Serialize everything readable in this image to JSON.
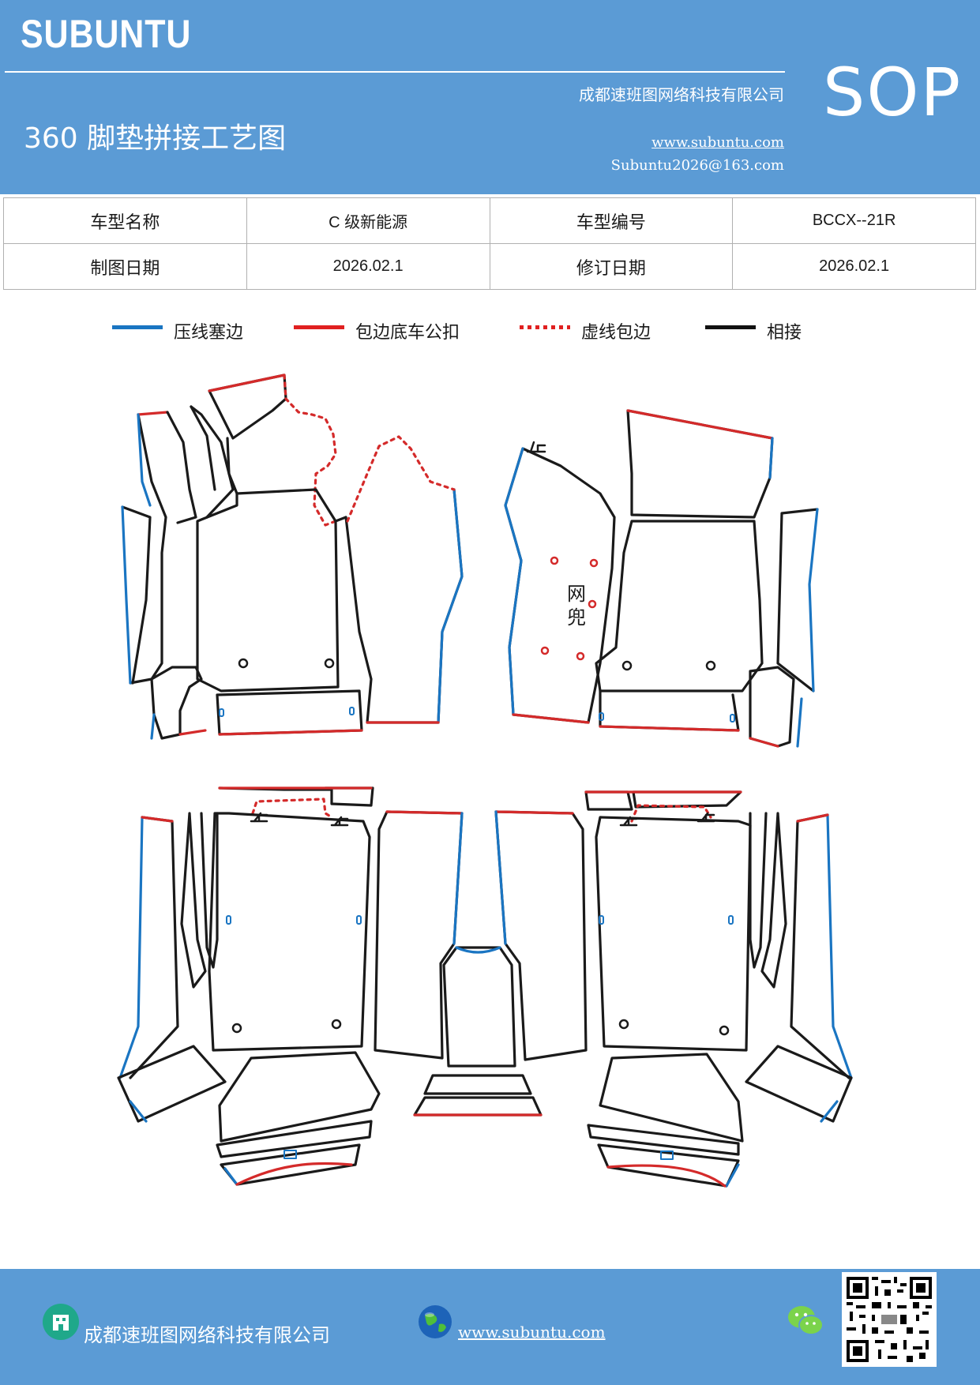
{
  "header": {
    "brand": "SUBUNTU",
    "company": "成都速班图网络科技有限公司",
    "title": "360 脚垫拼接工艺图",
    "website": "www.subuntu.com",
    "email": "Subuntu2026@163.com",
    "badge": "SOP"
  },
  "info": {
    "model_name_label": "车型名称",
    "model_name_value": "C 级新能源",
    "model_code_label": "车型编号",
    "model_code_value": "BCCX--21R",
    "draw_date_label": "制图日期",
    "draw_date_value": "2026.02.1",
    "revise_date_label": "修订日期",
    "revise_date_value": "2026.02.1"
  },
  "legend": [
    {
      "label": "压线塞边",
      "color": "#1a75c2",
      "style": "solid"
    },
    {
      "label": "包边底车公扣",
      "color": "#e02020",
      "style": "solid"
    },
    {
      "label": "虚线包边",
      "color": "#e02020",
      "style": "dotted"
    },
    {
      "label": "相接",
      "color": "#111111",
      "style": "solid"
    }
  ],
  "diagram": {
    "net_pocket_label": "网兜"
  },
  "colors": {
    "primary": "#5b9bd5",
    "edge_blue": "#1a75c2",
    "edge_red": "#d42a2a",
    "edge_black": "#1a1a1a"
  },
  "footer": {
    "company": "成都速班图网络科技有限公司",
    "website": "www.subuntu.com",
    "icons": [
      "building-icon",
      "globe-icon",
      "wechat-icon",
      "qr-code"
    ]
  }
}
